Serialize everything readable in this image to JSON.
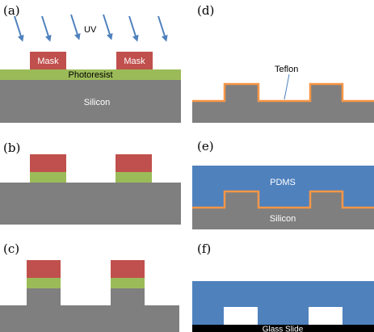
{
  "colors": {
    "silicon": "#7f7f7f",
    "mask": "#c0504d",
    "photoresist": "#9bbb59",
    "uv_arrow": "#4f81bd",
    "teflon": "#f79646",
    "pdms": "#4f81bd",
    "glass": "#000000",
    "label_white": "#ffffff",
    "label_black": "#000000"
  },
  "panels": {
    "a": {
      "label": "(a)",
      "uv": "UV",
      "mask_left": "Mask",
      "mask_right": "Mask",
      "photoresist": "Photoresist",
      "silicon": "Silicon"
    },
    "b": {
      "label": "(b)"
    },
    "c": {
      "label": "(c)"
    },
    "d": {
      "label": "(d)",
      "teflon": "Teflon"
    },
    "e": {
      "label": "(e)",
      "pdms": "PDMS",
      "silicon": "Silicon"
    },
    "f": {
      "label": "(f)",
      "glass": "Glass Slide"
    }
  }
}
